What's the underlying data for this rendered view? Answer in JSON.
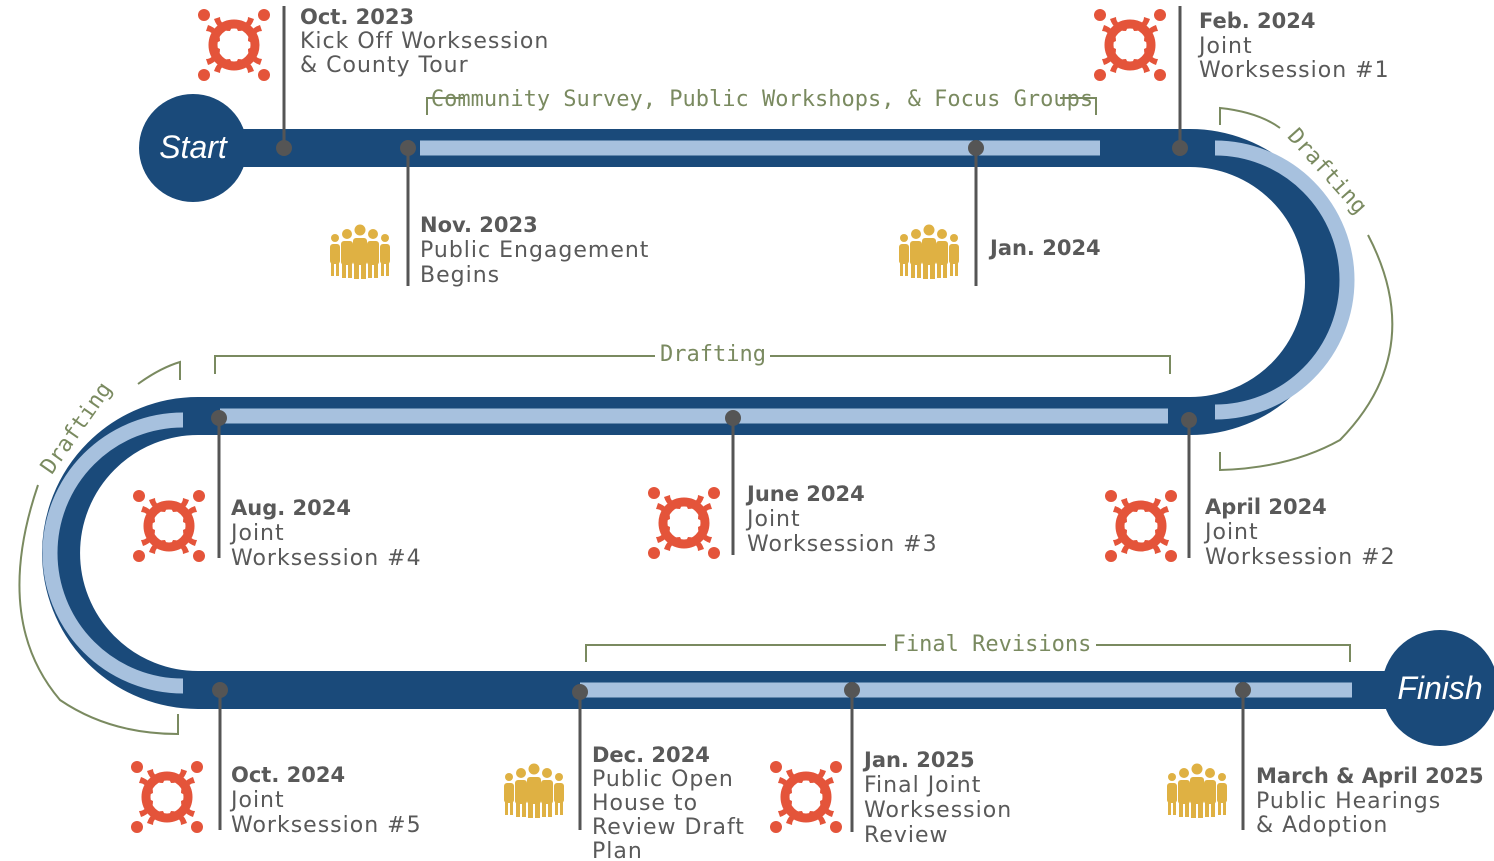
{
  "endpoints": {
    "start": "Start",
    "finish": "Finish"
  },
  "phases": {
    "community": "Community Survey, Public Workshops, & Focus Groups",
    "drafting_right": "Drafting",
    "drafting_middle": "Drafting",
    "drafting_left": "Drafting",
    "final_revisions": "Final Revisions"
  },
  "milestones": {
    "oct2023": {
      "date": "Oct. 2023",
      "lines": [
        "Kick Off Worksession",
        "& County Tour"
      ],
      "icon": "meeting-table-icon"
    },
    "nov2023": {
      "date": "Nov. 2023",
      "lines": [
        "Public Engagement",
        "Begins"
      ],
      "icon": "people-group-icon"
    },
    "jan2024": {
      "date": "Jan. 2024",
      "lines": [],
      "icon": "people-group-icon"
    },
    "feb2024": {
      "date": "Feb. 2024",
      "lines": [
        "Joint",
        "Worksession #1"
      ],
      "icon": "meeting-table-icon"
    },
    "apr2024": {
      "date": "April 2024",
      "lines": [
        "Joint",
        "Worksession #2"
      ],
      "icon": "meeting-table-icon"
    },
    "jun2024": {
      "date": "June 2024",
      "lines": [
        "Joint",
        "Worksession #3"
      ],
      "icon": "meeting-table-icon"
    },
    "aug2024": {
      "date": "Aug. 2024",
      "lines": [
        "Joint",
        "Worksession #4"
      ],
      "icon": "meeting-table-icon"
    },
    "oct2024": {
      "date": "Oct. 2024",
      "lines": [
        "Joint",
        "Worksession #5"
      ],
      "icon": "meeting-table-icon"
    },
    "dec2024": {
      "date": "Dec. 2024",
      "lines": [
        "Public Open",
        "House to",
        "Review Draft",
        "Plan"
      ],
      "icon": "people-group-icon"
    },
    "jan2025": {
      "date": "Jan. 2025",
      "lines": [
        "Final Joint",
        "Worksession",
        "Review"
      ],
      "icon": "meeting-table-icon"
    },
    "mar2025": {
      "date": "March & April 2025",
      "lines": [
        "Public Hearings",
        "& Adoption"
      ],
      "icon": "people-group-icon"
    }
  },
  "colors": {
    "track_dark": "#1a4a7a",
    "track_light": "#a7c1de",
    "node": "#555555",
    "meeting_icon": "#e4543a",
    "people_icon": "#dfb143",
    "phase_text": "#7a8a60"
  }
}
